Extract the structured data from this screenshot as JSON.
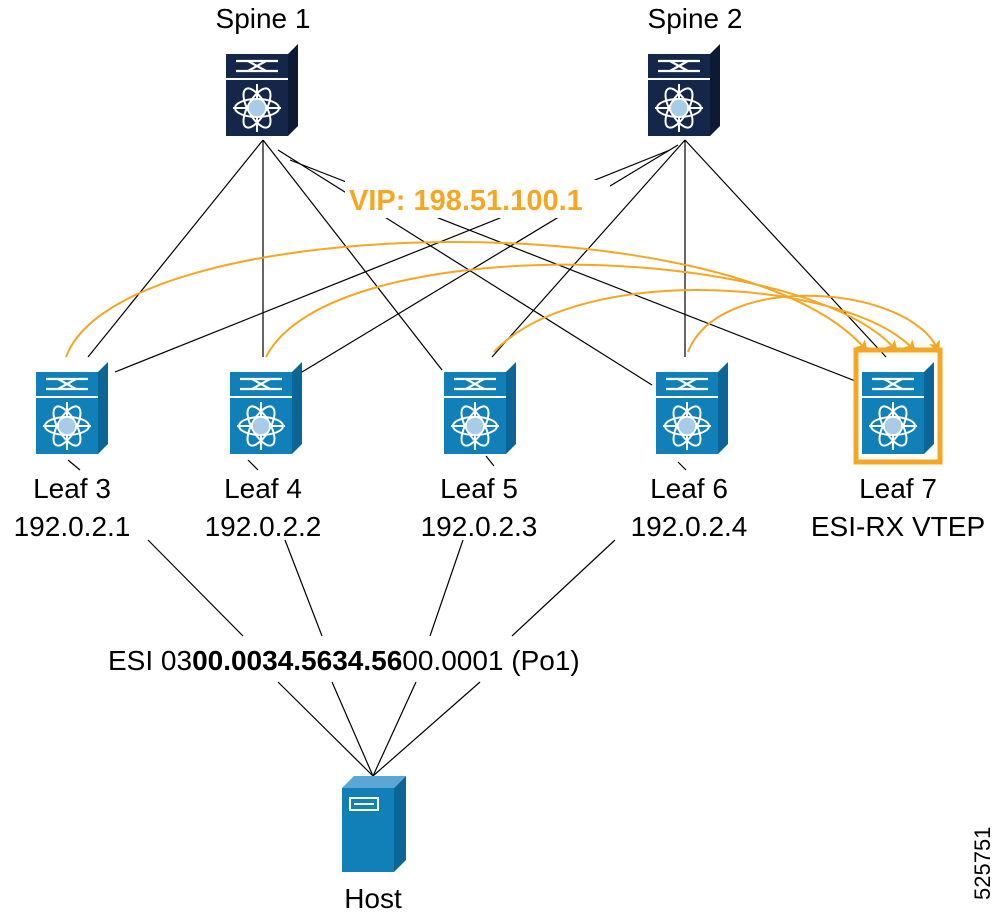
{
  "colors": {
    "spine_body": "#14264a",
    "leaf_body": "#1280b8",
    "host_body": "#1280b8",
    "accent": "#f5a623",
    "link": "#000000"
  },
  "vip_label": "VIP: 198.51.100.1",
  "spines": [
    {
      "name": "Spine 1"
    },
    {
      "name": "Spine 2"
    }
  ],
  "leaves": [
    {
      "name": "Leaf 3",
      "ip": "192.0.2.1"
    },
    {
      "name": "Leaf 4",
      "ip": "192.0.2.2"
    },
    {
      "name": "Leaf 5",
      "ip": "192.0.2.3"
    },
    {
      "name": "Leaf 6",
      "ip": "192.0.2.4"
    },
    {
      "name": "Leaf 7",
      "ip": "ESI-RX VTEP"
    }
  ],
  "esi": {
    "prefix": "ESI 03",
    "bold": "00.0034.5634.56",
    "suffix": "00.0001 (Po1)"
  },
  "host": {
    "name": "Host"
  },
  "figure_id": "525751"
}
